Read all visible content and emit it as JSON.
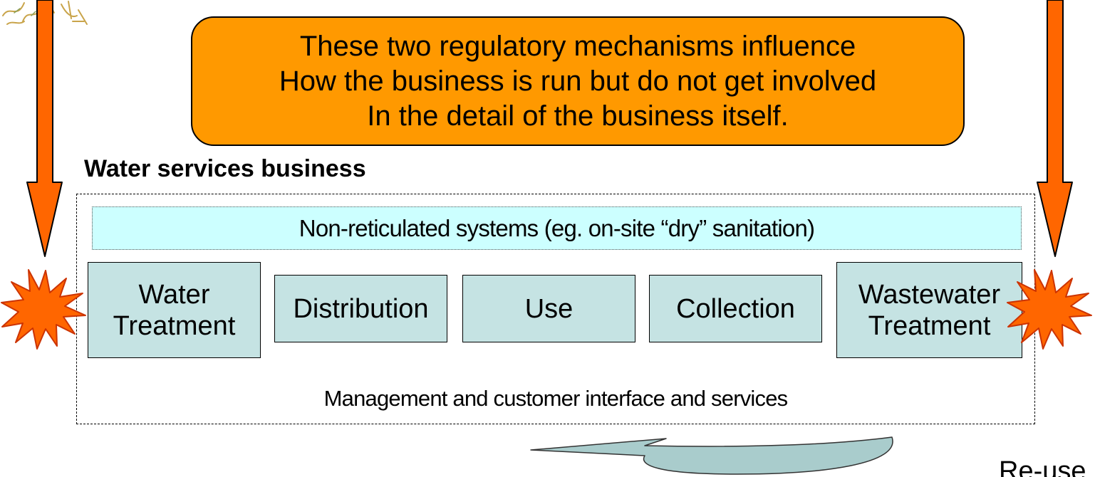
{
  "callout": {
    "lines": [
      "These two regulatory mechanisms influence",
      "How the business is run but do not get involved",
      "In the detail of the business itself."
    ]
  },
  "business": {
    "title": "Water services business",
    "band_label": "Non-reticulated systems (eg. on-site “dry” sanitation)",
    "stages": [
      {
        "lines": [
          "Water",
          "Treatment"
        ]
      },
      {
        "lines": [
          "Distribution"
        ]
      },
      {
        "lines": [
          "Use"
        ]
      },
      {
        "lines": [
          "Collection"
        ]
      },
      {
        "lines": [
          "Wastewater",
          "Treatment"
        ]
      }
    ],
    "management_label": "Management and customer interface and services"
  },
  "reuse_label": "Re-use",
  "colors": {
    "arrow": "#ff6600",
    "burst_fill": "#ff6600",
    "burst_stroke": "#cc3300",
    "callout": "#ff9900",
    "band": "#ccffff",
    "stage_box": "#c5e3e3",
    "reuse_arrow": "#a9cccc"
  },
  "icons": {
    "top_left_decoration": "tree-icon",
    "left_burst": "starburst-icon",
    "right_burst": "starburst-icon"
  }
}
